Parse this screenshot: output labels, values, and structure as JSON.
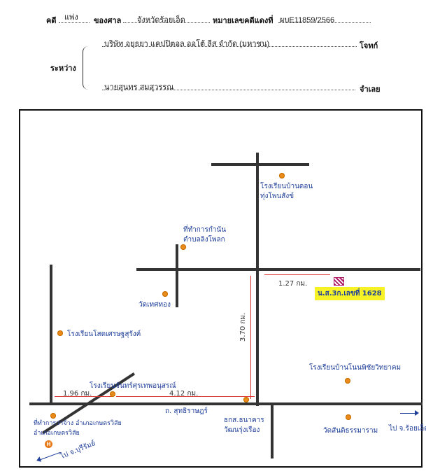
{
  "header": {
    "case_label": "คดี",
    "case_type": "แพ่ง",
    "court_label": "ของศาล",
    "court_name": "จังหวัดร้อยเอ็ด",
    "red_no_label": "หมายเลขคดีแดงที่",
    "red_no": "ผบE11859/2566",
    "between_label": "ระหว่าง",
    "plaintiff": "บริษัท อยุธยา แคปปิตอล ออโต้ ลีส จำกัด (มหาชน)",
    "plaintiff_label": "โจทก์",
    "defendant": "นายสุนทร สมสุวรรณ",
    "defendant_label": "จำเลย"
  },
  "map": {
    "labels": {
      "school_thungkhwang": "โรงเรียนบ้านดอน\nทุ่งโพนสังข์",
      "subdistrict_office": "ที่ทำการกำนัน\nตำบลลิงโพลก",
      "wat_sai": "วัดเทศทอง",
      "school_sadet": "โรงเรียนโสดเศรษฐสุรังค์",
      "school_chan": "โรงเรียนจันทร์ศุรเทพอนุสรณ์",
      "school_ban": "โรงเรียนบ้านโนนพิชัยวิทยาคม",
      "district_office": "ที่ทำการว่าจ้าง อำเภอเกษตรวิสัย\nอำเภอเกษตรวิสัย",
      "bank": "ธกส.ธนาคาร\nวัฒนรุ่งเรือง",
      "wat_right": "วัดสันติธรรมาราม",
      "road_name": "ถ. สุทธิราษฎร์",
      "to_burirum": "ไป จ.บุรีรัมย์",
      "to_roiet": "ไป จ.ร้อยเอ็ด",
      "dist_top": "1.27 กม.",
      "dist_vertical": "3.70 กม.",
      "dist_left": "1.96 กม.",
      "dist_mid": "4.12 กม.",
      "deed": "น.ส.3ก.เลขที่ 1628",
      "marker_h": "H"
    },
    "colors": {
      "ink": "#1f3f9a",
      "pin": "#e88b1a",
      "red": "#d33",
      "highlight": "#f7f226",
      "hatch": "#b0186a"
    }
  }
}
